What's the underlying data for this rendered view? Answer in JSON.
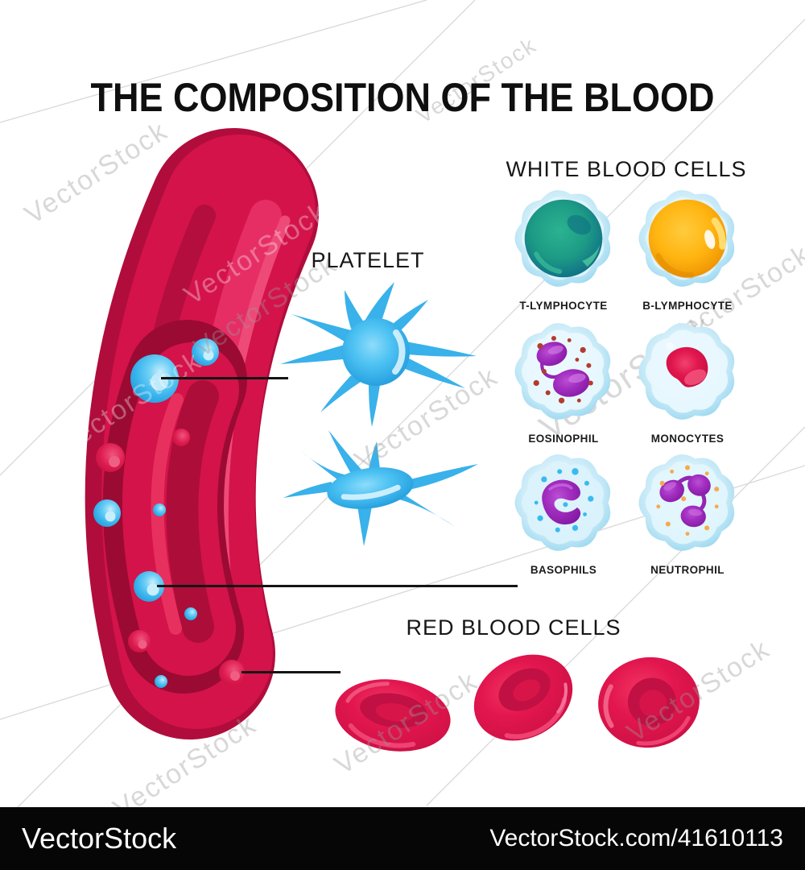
{
  "title": "THE COMPOSITION OF THE BLOOD",
  "white_blood_cells": {
    "heading": "WHITE BLOOD CELLS",
    "membrane_color": "#cfeef9",
    "cells": [
      {
        "label": "T-LYMPHOCYTE",
        "nucleus_color": "#1d9b85"
      },
      {
        "label": "B-LYMPHOCYTE",
        "nucleus_color": "#ffb511"
      },
      {
        "label": "EOSINOPHIL",
        "nucleus_color": "#a22ec0",
        "granule_color": "#b23c2e"
      },
      {
        "label": "MONOCYTES",
        "nucleus_color": "#e0164d"
      },
      {
        "label": "BASOPHILS",
        "nucleus_color": "#9a27b5",
        "granule_color": "#3bb9f0"
      },
      {
        "label": "NEUTROPHIL",
        "nucleus_color": "#9a27b5",
        "granule_color": "#f6a94e"
      }
    ]
  },
  "platelet": {
    "heading": "PLATELET",
    "color": "#3db4ec",
    "count": 2
  },
  "red_blood_cells": {
    "heading": "RED BLOOD CELLS",
    "color": "#de1550",
    "count": 3
  },
  "vessel": {
    "outer_color": "#d4134b",
    "lumen_color": "#9b0a33",
    "platelet_dot_color": "#3fb9ef",
    "red_cell_dot_color": "#dd1a4e"
  },
  "watermark": {
    "text": "VectorStock"
  },
  "footer": {
    "brand": "VectorStock",
    "url_text": "VectorStock.com/41610113",
    "background": "#000000"
  }
}
